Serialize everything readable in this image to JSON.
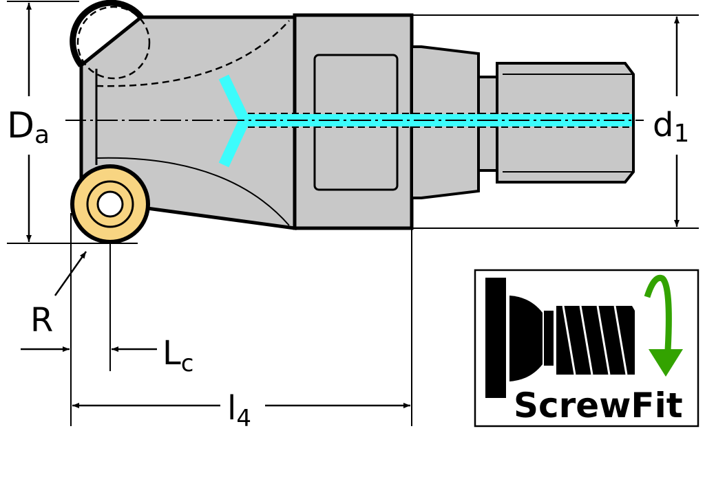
{
  "labels": {
    "diameter_main": "D",
    "diameter_main_sub": "a",
    "diameter_shank": "d",
    "diameter_shank_sub": "1",
    "radius": "R",
    "cutting_length": "L",
    "cutting_length_sub": "c",
    "length": "l",
    "length_sub": "4"
  },
  "logo": {
    "text": "ScrewFit"
  },
  "colors": {
    "body": "#c8c8c8",
    "insert": "#f8d582",
    "coolant": "#3cfcfc",
    "arrow_green": "#33a300"
  }
}
